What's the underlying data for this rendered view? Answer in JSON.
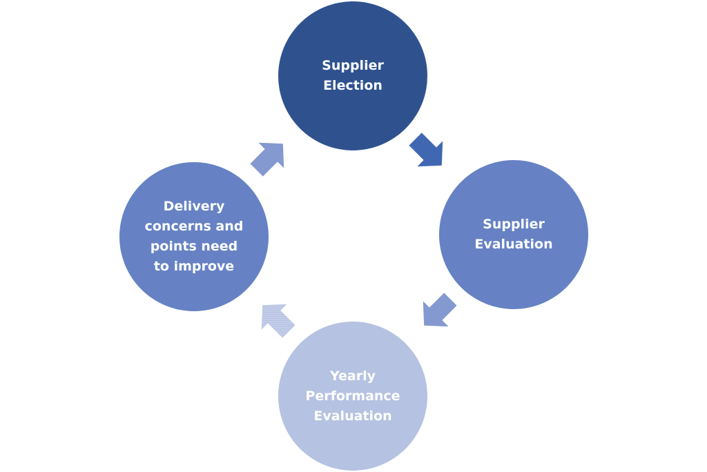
{
  "diagram": {
    "type": "cycle",
    "nodes": [
      {
        "label": "Supplier Election",
        "color": "#2f528f"
      },
      {
        "label": "Supplier Evaluation",
        "color": "#6682c4"
      },
      {
        "label": "Yearly Performance Evaluation",
        "color": "#b5c2e1"
      },
      {
        "label": "Delivery concerns and points need to improve",
        "color": "#6682c4"
      }
    ],
    "arrows": [
      {
        "from": "Supplier Election",
        "to": "Supplier Evaluation",
        "color": "#4068b2"
      },
      {
        "from": "Supplier Evaluation",
        "to": "Yearly Performance Evaluation",
        "color": "#8399cf"
      },
      {
        "from": "Yearly Performance Evaluation",
        "to": "Delivery concerns and points need to improve",
        "color": "#b5c2e1"
      },
      {
        "from": "Delivery concerns and points need to improve",
        "to": "Supplier Election",
        "color": "#8399cf"
      }
    ]
  }
}
